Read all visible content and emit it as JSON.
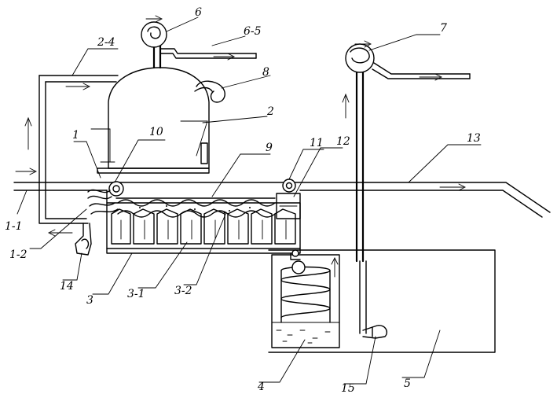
{
  "labels": {
    "l6": "6",
    "l6_5": "6-5",
    "l7": "7",
    "l2_4": "2-4",
    "l8": "8",
    "l2": "2",
    "l10": "10",
    "l1": "1",
    "l9": "9",
    "l11": "11",
    "l12": "12",
    "l13": "13",
    "l1_1": "1-1",
    "l1_2": "1-2",
    "l14": "14",
    "l3": "3",
    "l3_1": "3-1",
    "l3_2": "3-2",
    "l4": "4",
    "l15": "15",
    "l5": "5"
  }
}
